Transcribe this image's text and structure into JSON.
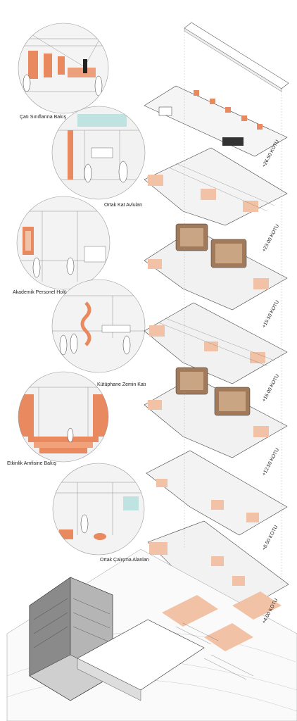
{
  "colors": {
    "accent": "#e8895f",
    "accent_light": "#f2c2a6",
    "wood": "#a07a5a",
    "ink": "#333333",
    "paper": "#ffffff",
    "grey": "#d9d9d9",
    "glass": "#bfe3e0"
  },
  "views": [
    {
      "label": "Çatı Sınıflarına Bakış"
    },
    {
      "label": "Ortak Kat Avluları"
    },
    {
      "label": "Akademik Personel Holü"
    },
    {
      "label": "Kütüphane Zemin Katı"
    },
    {
      "label": "Etkinlik Amfisine Bakış"
    },
    {
      "label": "Ortak Çalışma Alanları"
    }
  ],
  "levels": [
    {
      "label": "+26.50 KOTU"
    },
    {
      "label": "+23.00 KOTU"
    },
    {
      "label": "+19.50 KOTU"
    },
    {
      "label": "+16.00 KOTU"
    },
    {
      "label": "+12.50 KOTU"
    },
    {
      "label": "+8.50 KOTU"
    },
    {
      "label": "+4.00 KOTU"
    }
  ]
}
